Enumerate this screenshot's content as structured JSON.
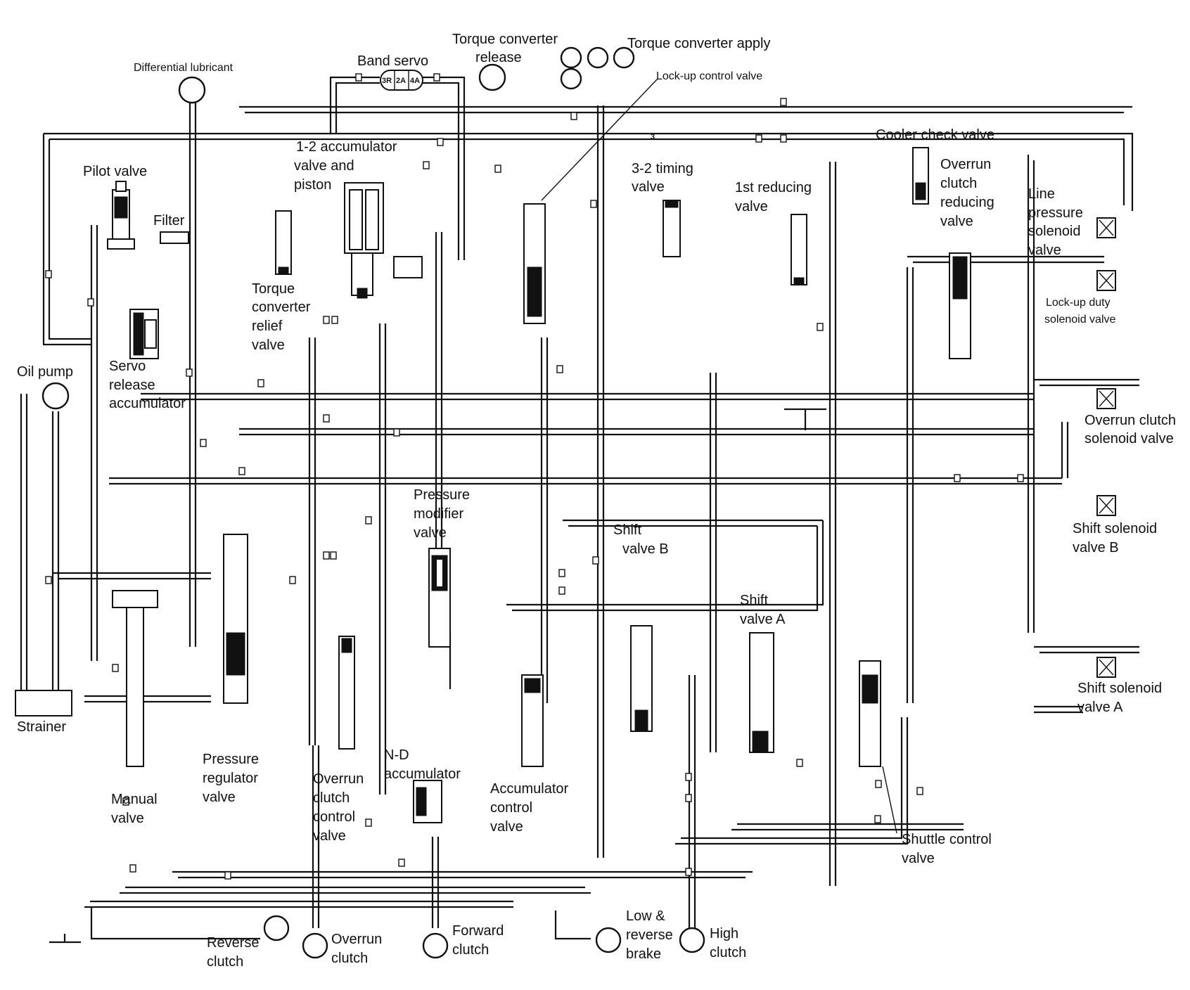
{
  "labels": {
    "differential_lubricant": "Differential lubricant",
    "band_servo": "Band servo",
    "band_servo_ports": [
      "3R",
      "2A",
      "4A"
    ],
    "torque_converter_release": [
      "Torque converter",
      "release"
    ],
    "torque_converter_apply": "Torque converter apply",
    "lockup_control_valve": "Lock-up control valve",
    "cooler_check_valve": "Cooler check valve",
    "overrun_clutch_reducing_valve": [
      "Overrun",
      "clutch",
      "reducing",
      "valve"
    ],
    "line_pressure_solenoid_valve": [
      "Line",
      "pressure",
      "solenoid",
      "valve"
    ],
    "lockup_duty_solenoid_valve": [
      "Lock-up duty",
      "solenoid valve"
    ],
    "pilot_valve": "Pilot valve",
    "filter": "Filter",
    "accumulator_1_2": [
      "1-2 accumulator",
      "valve and",
      "piston"
    ],
    "timing_3_2": [
      "3-2 timing",
      "valve"
    ],
    "first_reducing_valve": [
      "1st reducing",
      "valve"
    ],
    "torque_converter_relief_valve": [
      "Torque",
      "converter",
      "relief",
      "valve"
    ],
    "servo_release_accumulator": [
      "Servo",
      "release",
      "accumulator"
    ],
    "oil_pump": "Oil pump",
    "overrun_clutch_solenoid_valve": [
      "Overrun clutch",
      "solenoid valve"
    ],
    "pressure_modifier_valve": [
      "Pressure",
      "modifier",
      "valve"
    ],
    "shift_valve_b": [
      "Shift",
      "valve B"
    ],
    "shift_solenoid_valve_b": [
      "Shift solenoid",
      "valve B"
    ],
    "shift_valve_a": [
      "Shift",
      "valve A"
    ],
    "shift_solenoid_valve_a": [
      "Shift solenoid",
      "valve A"
    ],
    "strainer": "Strainer",
    "pressure_regulator_valve": [
      "Pressure",
      "regulator",
      "valve"
    ],
    "overrun_clutch_control_valve": [
      "Overrun",
      "clutch",
      "control",
      "valve"
    ],
    "nd_accumulator": [
      "N-D",
      "accumulator"
    ],
    "accumulator_control_valve": [
      "Accumulator",
      "control",
      "valve"
    ],
    "manual_valve": [
      "Manual",
      "valve"
    ],
    "shuttle_control_valve": [
      "Shuttle control",
      "valve"
    ],
    "reverse_clutch": [
      "Reverse",
      "clutch"
    ],
    "overrun_clutch": [
      "Overrun",
      "clutch"
    ],
    "forward_clutch": [
      "Forward",
      "clutch"
    ],
    "low_reverse_brake": [
      "Low &",
      "reverse",
      "brake"
    ],
    "high_clutch": [
      "High",
      "clutch"
    ],
    "timing_valve_mark": "3"
  }
}
